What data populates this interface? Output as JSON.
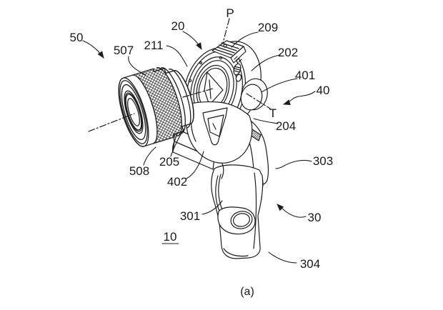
{
  "figure": {
    "caption": "(a)",
    "colors": {
      "line": "#1c1c1c",
      "background": "#ffffff"
    },
    "refs": {
      "ref_50": "50",
      "ref_507": "507",
      "ref_211": "211",
      "ref_20": "20",
      "ref_P": "P",
      "ref_209": "209",
      "ref_202": "202",
      "ref_401": "401",
      "ref_40": "40",
      "ref_T": "T",
      "ref_204": "204",
      "ref_508": "508",
      "ref_205": "205",
      "ref_402": "402",
      "ref_301": "301",
      "ref_10": "10",
      "ref_303": "303",
      "ref_30": "30",
      "ref_304": "304"
    }
  }
}
